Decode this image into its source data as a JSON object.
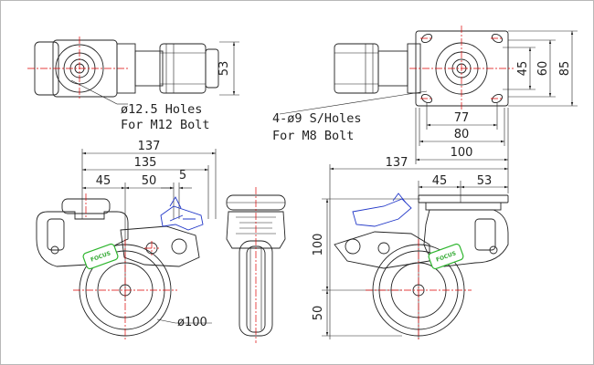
{
  "top_left": {
    "height_dim": "53"
  },
  "top_right": {
    "hole_spacing_v": "45",
    "plate_height": "60",
    "overall_height": "85",
    "hole_spacing_h": "77",
    "plate_width": "80",
    "overall_width": "100"
  },
  "notes": {
    "bolt_hole_line1": "ø12.5 Holes",
    "bolt_hole_line2": "For M12 Bolt",
    "plate_holes_line1": "4-ø9 S/Holes",
    "plate_holes_line2": "For M8 Bolt"
  },
  "side_left": {
    "total_length": "137",
    "length_135": "135",
    "offset_45": "45",
    "offset_50": "50",
    "gap_5": "5",
    "wheel_diameter": "ø100",
    "logo": "FOCUS"
  },
  "side_right": {
    "total_length": "137",
    "offset_45": "45",
    "offset_53": "53",
    "height_100": "100",
    "height_50": "50",
    "logo": "FOCUS"
  }
}
